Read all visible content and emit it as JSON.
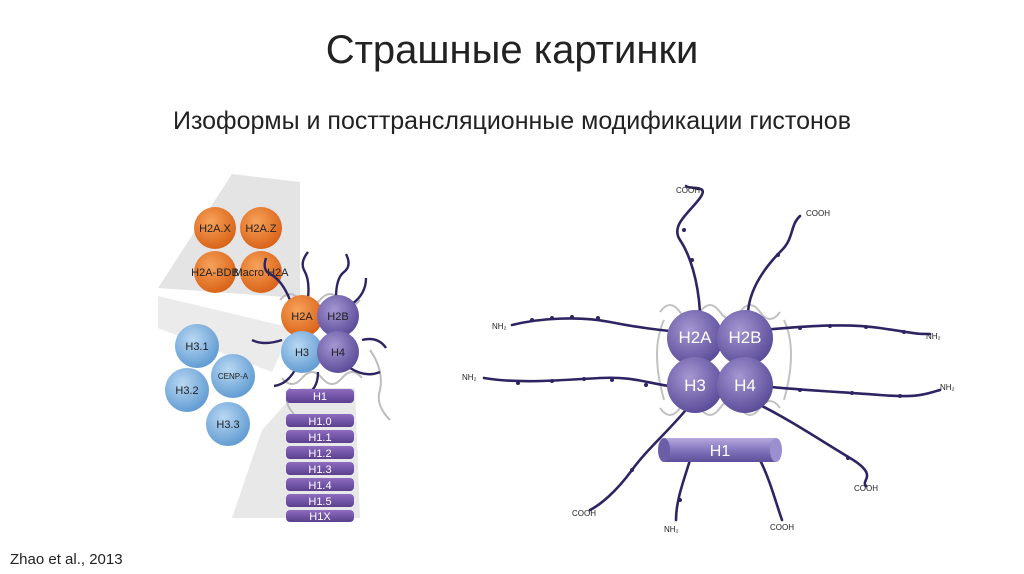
{
  "slide": {
    "title": "Страшные картинки",
    "subtitle": "Изоформы и посттрансляционные модификации гистонов",
    "citation": "Zhao et al., 2013"
  },
  "colors": {
    "orange": "#e8711f",
    "blue": "#7fb4e3",
    "purple": "#6f5fa8",
    "tail": "#2e2463",
    "ac": "#2f8a3c",
    "me": "#d33a2c",
    "ph": "#2f6fb3",
    "ub": "#e09a2a"
  },
  "left_diagram": {
    "h2a_variants": [
      "H2A.X",
      "H2A.Z",
      "H2A-BDB",
      "Macro H2A"
    ],
    "h3_variants": [
      "H3.1",
      "CENP-A",
      "H3.2",
      "H3.3"
    ],
    "core": [
      "H2A",
      "H2B",
      "H3",
      "H4"
    ],
    "h1_variants": [
      "H1",
      "H1.0",
      "H1.1",
      "H1.2",
      "H1.3",
      "H1.4",
      "H1.5",
      "H1X"
    ]
  },
  "right_diagram": {
    "core": [
      "H2A",
      "H2B",
      "H3",
      "H4"
    ],
    "linker": "H1",
    "ends": {
      "cooh": "COOH",
      "nh2": "NH₂"
    }
  }
}
